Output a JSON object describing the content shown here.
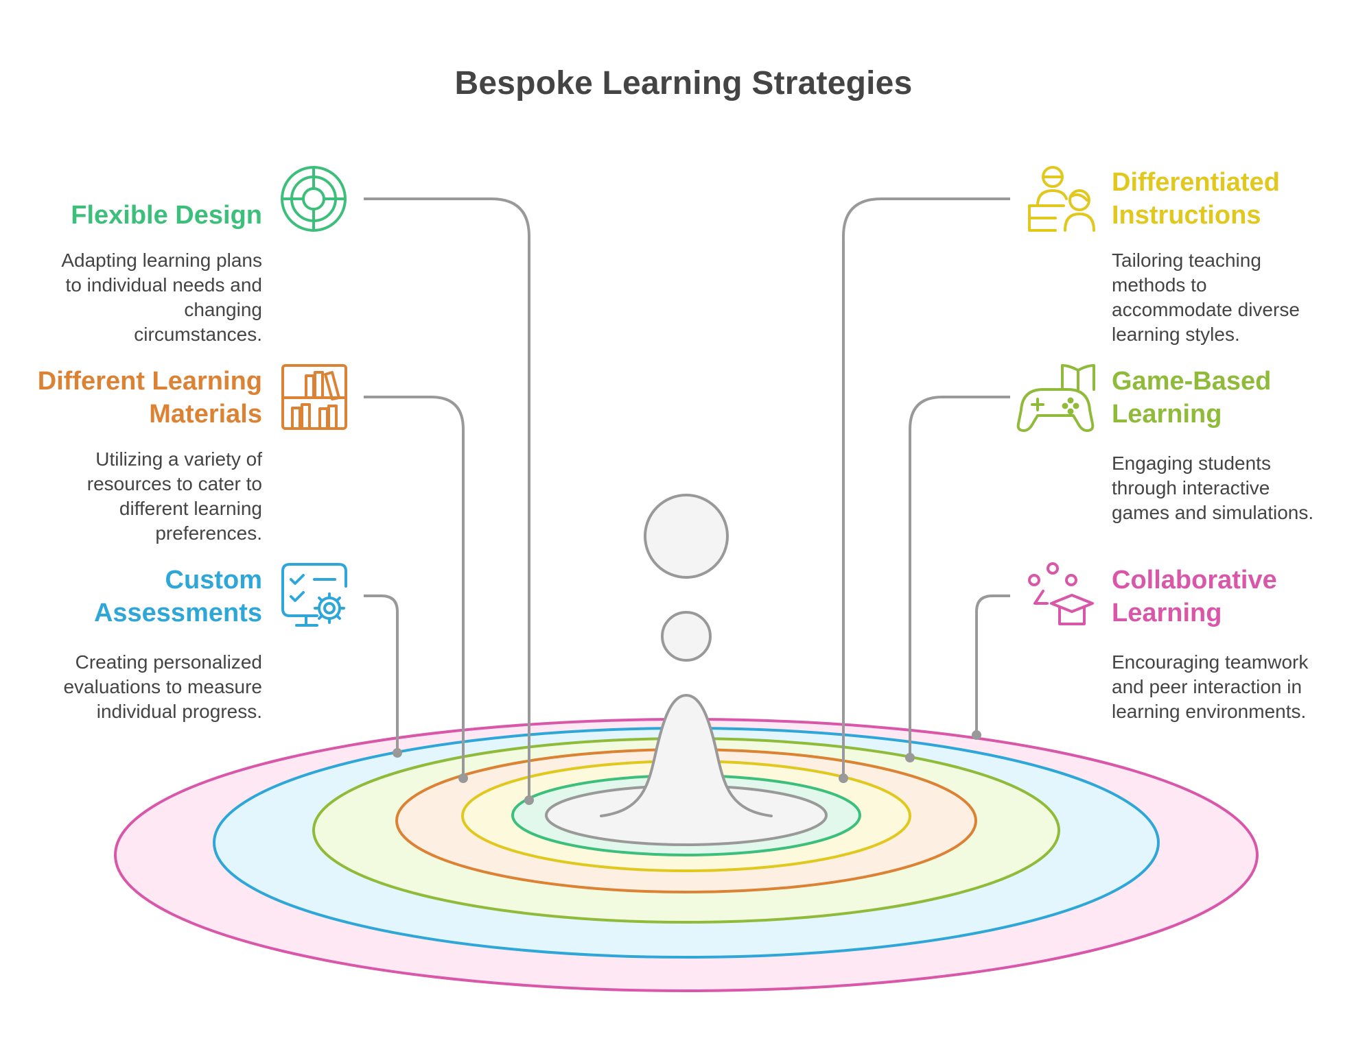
{
  "title": "Bespoke Learning Strategies",
  "items": [
    {
      "id": "flexible-design",
      "heading_lines": [
        "Flexible Design"
      ],
      "description_lines": [
        "Adapting learning plans",
        "to individual needs and",
        "changing",
        "circumstances."
      ],
      "color": "#3dbf7c",
      "icon": "target-icon",
      "side": "left"
    },
    {
      "id": "different-learning-materials",
      "heading_lines": [
        "Different Learning",
        "Materials"
      ],
      "description_lines": [
        "Utilizing a variety of",
        "resources to cater to",
        "different learning",
        "preferences."
      ],
      "color": "#db8234",
      "icon": "bookshelf-icon",
      "side": "left"
    },
    {
      "id": "custom-assessments",
      "heading_lines": [
        "Custom",
        "Assessments"
      ],
      "description_lines": [
        "Creating personalized",
        "evaluations to measure",
        "individual progress."
      ],
      "color": "#2ea7d8",
      "icon": "checklist-gear-icon",
      "side": "left"
    },
    {
      "id": "differentiated-instructions",
      "heading_lines": [
        "Differentiated",
        "Instructions"
      ],
      "description_lines": [
        "Tailoring teaching",
        "methods to",
        "accommodate diverse",
        "learning styles."
      ],
      "color": "#e0c81e",
      "icon": "teacher-student-icon",
      "side": "right"
    },
    {
      "id": "game-based-learning",
      "heading_lines": [
        "Game-Based",
        "Learning"
      ],
      "description_lines": [
        "Engaging students",
        "through interactive",
        "games and simulations."
      ],
      "color": "#8fba3a",
      "icon": "gamepad-book-icon",
      "side": "right"
    },
    {
      "id": "collaborative-learning",
      "heading_lines": [
        "Collaborative",
        "Learning"
      ],
      "description_lines": [
        "Encouraging teamwork",
        "and peer interaction in",
        "learning environments."
      ],
      "color": "#d957a9",
      "icon": "people-graduation-cap-icon",
      "side": "right"
    }
  ],
  "colors": {
    "text": "#444444",
    "connector": "#999999",
    "drop_fill": "#f4f4f4",
    "drop_stroke": "#999999"
  }
}
